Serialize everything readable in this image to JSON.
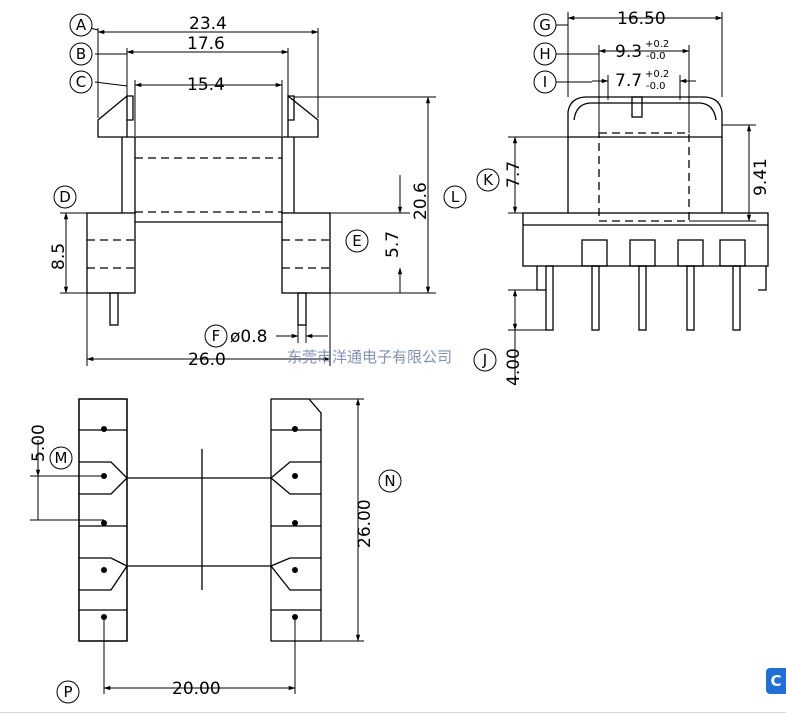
{
  "views": {
    "top_left": {
      "dims": {
        "a": "23.4",
        "b": "17.6",
        "c": "15.4",
        "height": "20.6",
        "flange": "8.5",
        "e": "5.7",
        "pin": "ø0.8",
        "width": "26.0"
      },
      "callouts": {
        "a": "A",
        "b": "B",
        "c": "C",
        "d": "D",
        "e": "E",
        "f": "F",
        "l": "L"
      }
    },
    "top_right": {
      "dims": {
        "g": "16.50",
        "h_main": "9.3",
        "i_main": "7.7",
        "tol_plus": "+0.2",
        "tol_minus": "-0.0",
        "k": "7.7",
        "right": "9.41",
        "j": "4.00"
      },
      "callouts": {
        "g": "G",
        "h": "H",
        "i": "I",
        "j": "J",
        "k": "K"
      }
    },
    "bottom": {
      "dims": {
        "pitch": "5.00",
        "total": "26.00",
        "span": "20.00"
      },
      "callouts": {
        "m": "M",
        "n": "N",
        "p": "P"
      }
    }
  },
  "watermark": "东莞市洋通电子有限公司",
  "corner_icon": "C",
  "colors": {
    "line": "#000000",
    "watermark": "#6a7fa8",
    "icon": "#1f6fd6"
  }
}
